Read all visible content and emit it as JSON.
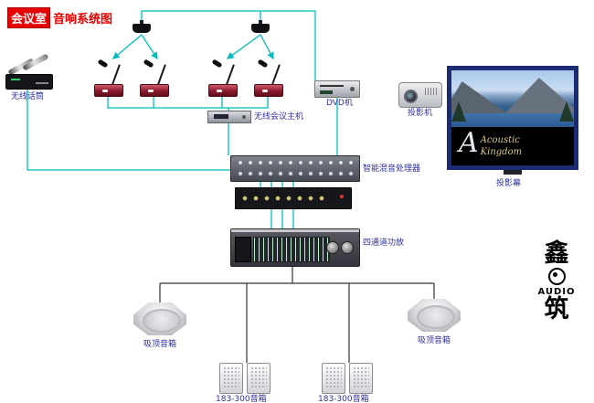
{
  "title": {
    "box": "会议室",
    "rest": "音响系统图"
  },
  "labels": {
    "wireless_mic": "无线话筒",
    "conference_host": "无线会议主机",
    "dvd": "DVD机",
    "projector": "投影机",
    "screen": "投影幕",
    "mixer": "智能混音处理器",
    "amplifier": "四通道功放",
    "ceiling_speaker_left": "吸顶音箱",
    "ceiling_speaker_right": "吸顶音箱",
    "wall_speaker_left": "183-300音箱",
    "wall_speaker_right": "183-300音箱"
  },
  "screen_brand": {
    "logo_letter": "A",
    "line1": "Acoustic",
    "line2": "Kingdom"
  },
  "corner_logo": {
    "char_top": "鑫",
    "text": "AUDIO",
    "char_bottom": "筑"
  },
  "colors": {
    "signal_wire": "#00bcbc",
    "speaker_wire": "#333333",
    "title_red": "#e60000",
    "label_blue": "#2f2fa0",
    "screen_frame": "#1d2b73"
  }
}
